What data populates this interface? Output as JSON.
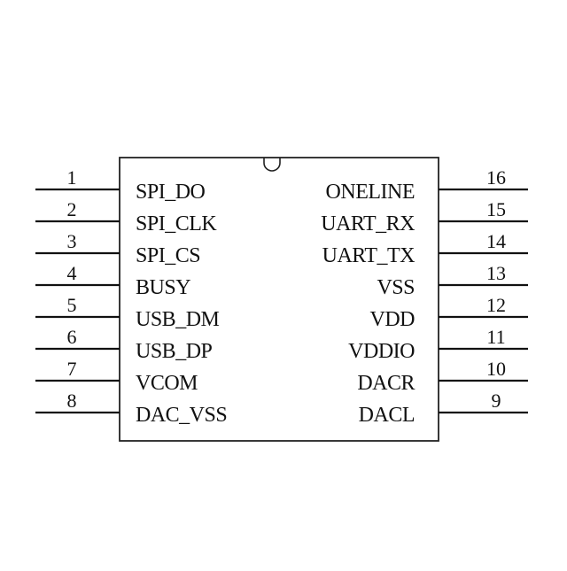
{
  "ic": {
    "left_pins": [
      {
        "number": "1",
        "label": "SPI_DO"
      },
      {
        "number": "2",
        "label": "SPI_CLK"
      },
      {
        "number": "3",
        "label": "SPI_CS"
      },
      {
        "number": "4",
        "label": "BUSY"
      },
      {
        "number": "5",
        "label": "USB_DM"
      },
      {
        "number": "6",
        "label": "USB_DP"
      },
      {
        "number": "7",
        "label": "VCOM"
      },
      {
        "number": "8",
        "label": "DAC_VSS"
      }
    ],
    "right_pins": [
      {
        "number": "16",
        "label": "ONELINE"
      },
      {
        "number": "15",
        "label": "UART_RX"
      },
      {
        "number": "14",
        "label": "UART_TX"
      },
      {
        "number": "13",
        "label": "VSS"
      },
      {
        "number": "12",
        "label": "VDD"
      },
      {
        "number": "11",
        "label": "VDDIO"
      },
      {
        "number": "10",
        "label": "DACR"
      },
      {
        "number": "9",
        "label": "DACL"
      }
    ]
  }
}
